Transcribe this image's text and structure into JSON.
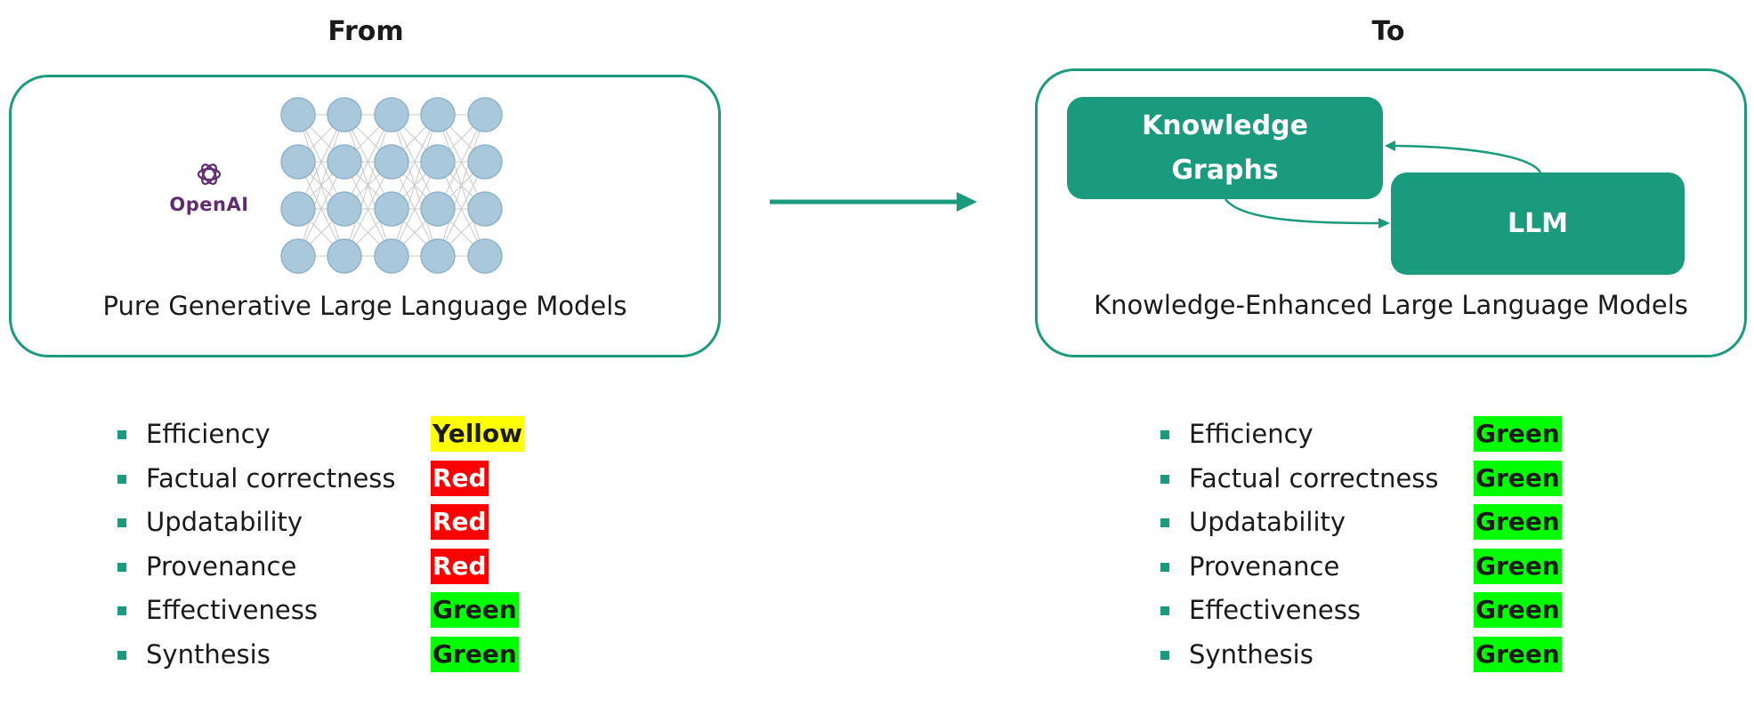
{
  "from": {
    "heading": "From",
    "logo_text": "OpenAI",
    "caption": "Pure Generative Large Language Models",
    "criteria": [
      {
        "label": "Efficiency",
        "rating": "Yellow"
      },
      {
        "label": "Factual correctness",
        "rating": "Red"
      },
      {
        "label": "Updatability",
        "rating": "Red"
      },
      {
        "label": "Provenance",
        "rating": "Red"
      },
      {
        "label": "Effectiveness",
        "rating": "Green"
      },
      {
        "label": "Synthesis",
        "rating": "Green"
      }
    ]
  },
  "to": {
    "heading": "To",
    "kg_label": "Knowledge Graphs",
    "llm_label": "LLM",
    "caption": "Knowledge-Enhanced Large Language Models",
    "criteria": [
      {
        "label": "Efficiency",
        "rating": "Green"
      },
      {
        "label": "Factual correctness",
        "rating": "Green"
      },
      {
        "label": "Updatability",
        "rating": "Green"
      },
      {
        "label": "Provenance",
        "rating": "Green"
      },
      {
        "label": "Effectiveness",
        "rating": "Green"
      },
      {
        "label": "Synthesis",
        "rating": "Green"
      }
    ]
  },
  "colors": {
    "accent": "#1a9b7d",
    "yellow": "#ffff00",
    "red": "#ff0000",
    "green": "#00ff00",
    "neuron": "#a9c8dc",
    "openai": "#5f2d6f"
  }
}
